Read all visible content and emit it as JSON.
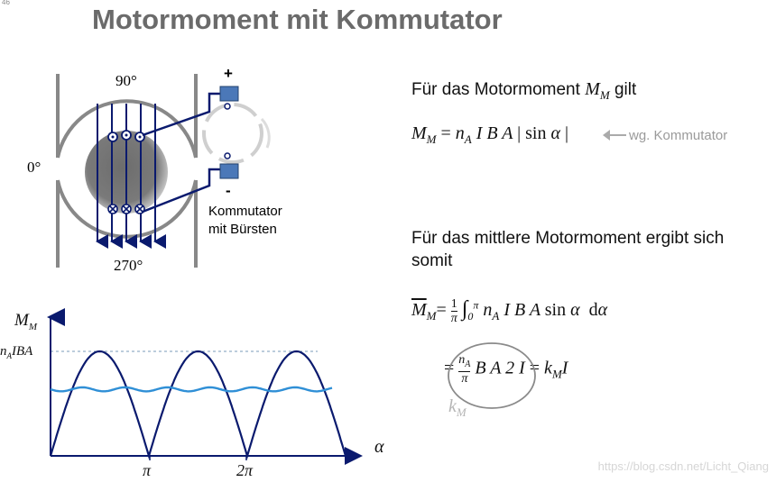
{
  "slide": {
    "number": "46",
    "title": "Motormoment mit Kommutator"
  },
  "motor_diagram": {
    "angle_90": "90°",
    "angle_0": "0°",
    "angle_270": "270°",
    "plus_label": "+",
    "minus_label": "-",
    "commutator_label_line1": "Kommutator",
    "commutator_label_line2": "mit Bürsten"
  },
  "right_panel": {
    "intro_text": "Für das Motormoment",
    "intro_symbol": "M",
    "intro_sub": "M",
    "intro_suffix": "gilt",
    "formula1": "M_M = n_A I B A | sin α |",
    "formula1_note": "wg. Kommutator",
    "mean_text_line1": "Für das mittlere Motormoment ergibt sich",
    "mean_text_line2": "somit",
    "formula2": "M̄_M = (1/π) ∫₀^π n_A I B A sin α dα",
    "formula3": "= (n_A/π) B A 2 I = k_M I",
    "km_label": "k_M"
  },
  "graph": {
    "y_axis_label": "M",
    "y_axis_sub": "M",
    "y_tick_label": "n_A IBA",
    "x_axis_label": "α",
    "x_tick_pi": "π",
    "x_tick_2pi": "2π"
  },
  "watermark": "https://blog.csdn.net/Licht_Qiang",
  "colors": {
    "title": "#6b6b6b",
    "navy": "#0a1a6e",
    "wave_blue": "#2f8fd6",
    "brush_blue": "#4b78b8",
    "gray_disk": "#7a7a7a",
    "dashed_line": "#7a9bb8"
  }
}
